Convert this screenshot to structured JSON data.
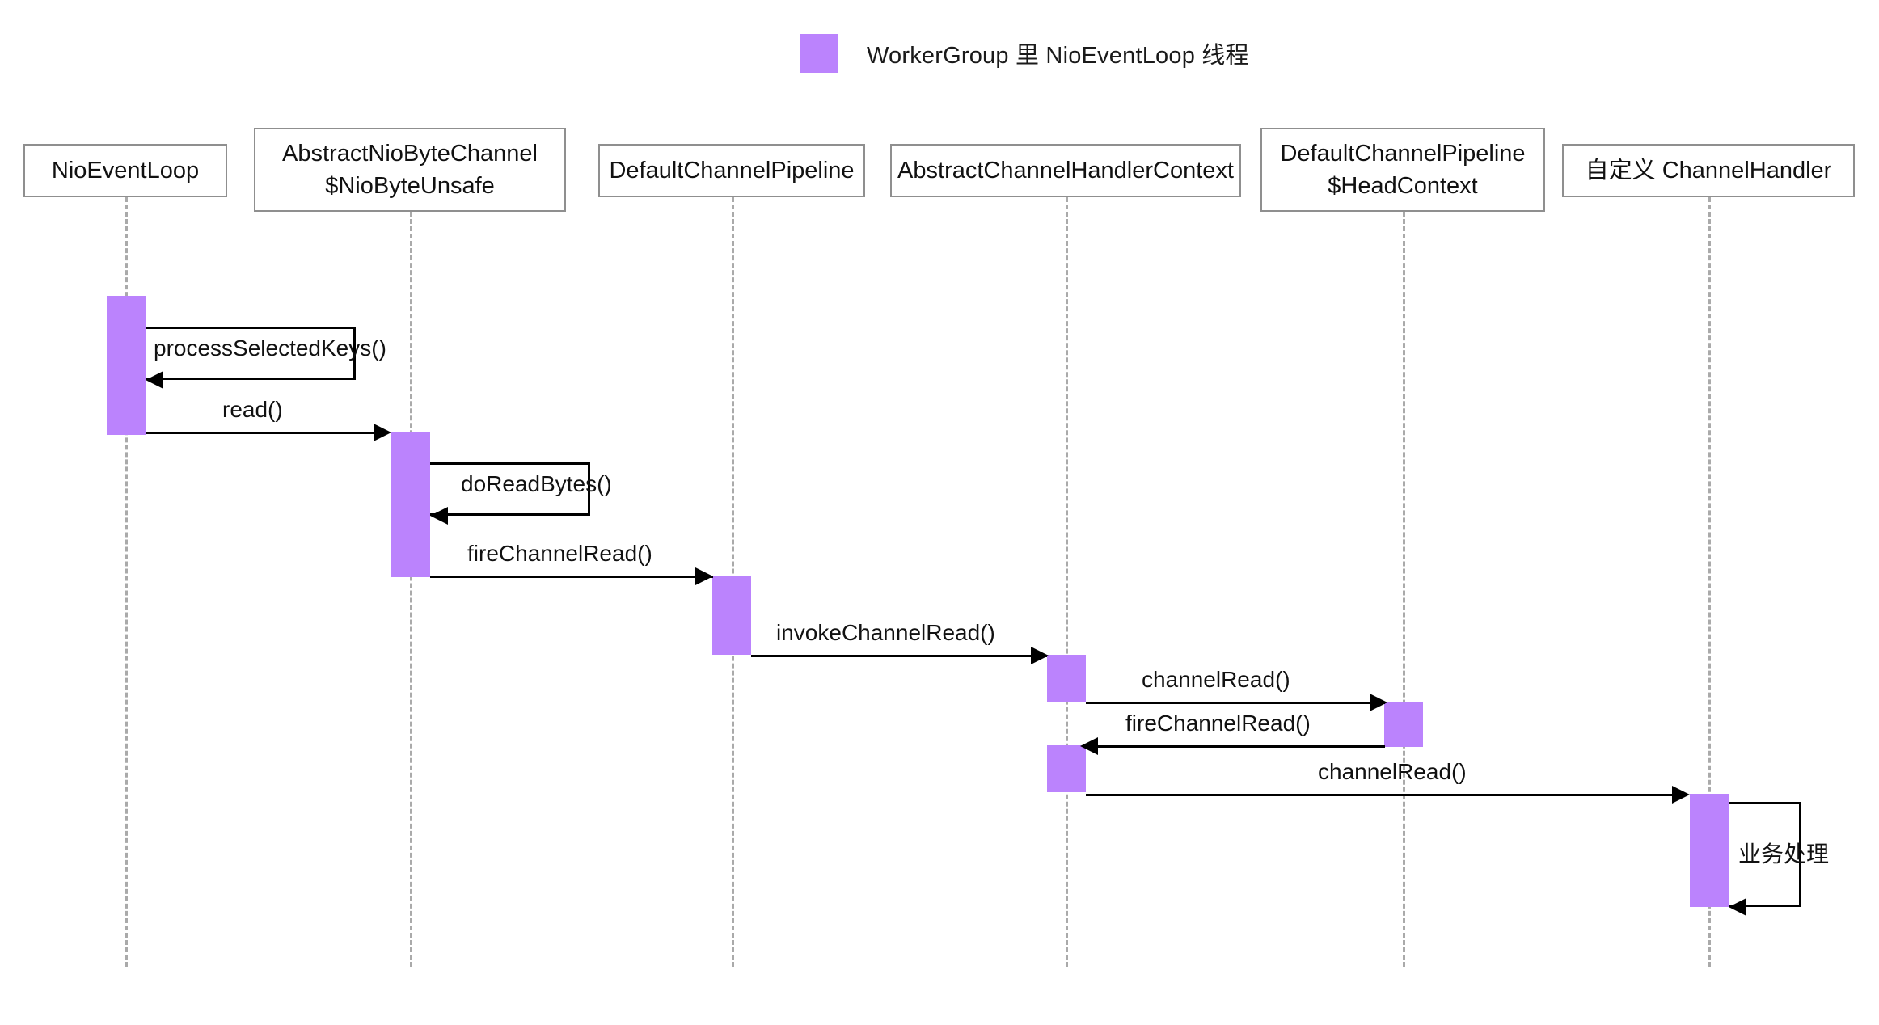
{
  "legend": {
    "swatch_color": "#bb83fd",
    "label": "WorkerGroup 里 NioEventLoop 线程"
  },
  "diagram": {
    "type": "sequence-diagram",
    "line_color": "#000000",
    "lifeline_color": "#aaaaaa",
    "participant_border_color": "#8f8f8f",
    "activation_color": "#bb83fd"
  },
  "participants": [
    {
      "id": "nioeventloop",
      "line1": "NioEventLoop",
      "line2": ""
    },
    {
      "id": "niobyteunsafe",
      "line1": "AbstractNioByteChannel",
      "line2": "$NioByteUnsafe"
    },
    {
      "id": "pipeline",
      "line1": "DefaultChannelPipeline",
      "line2": ""
    },
    {
      "id": "handlercontext",
      "line1": "AbstractChannelHandlerContext",
      "line2": ""
    },
    {
      "id": "headcontext",
      "line1": "DefaultChannelPipeline",
      "line2": "$HeadContext"
    },
    {
      "id": "customhandler",
      "line1": "自定义 ChannelHandler",
      "line2": ""
    }
  ],
  "messages": [
    {
      "id": "m1",
      "label": "processSelectedKeys()",
      "from": "nioeventloop",
      "to": "nioeventloop",
      "kind": "self"
    },
    {
      "id": "m2",
      "label": "read()",
      "from": "nioeventloop",
      "to": "niobyteunsafe",
      "kind": "call"
    },
    {
      "id": "m3",
      "label": "doReadBytes()",
      "from": "niobyteunsafe",
      "to": "niobyteunsafe",
      "kind": "self"
    },
    {
      "id": "m4",
      "label": "fireChannelRead()",
      "from": "niobyteunsafe",
      "to": "pipeline",
      "kind": "call"
    },
    {
      "id": "m5",
      "label": "invokeChannelRead()",
      "from": "pipeline",
      "to": "handlercontext",
      "kind": "call"
    },
    {
      "id": "m6",
      "label": "channelRead()",
      "from": "handlercontext",
      "to": "headcontext",
      "kind": "call"
    },
    {
      "id": "m7",
      "label": "fireChannelRead()",
      "from": "headcontext",
      "to": "handlercontext",
      "kind": "return"
    },
    {
      "id": "m8",
      "label": "channelRead()",
      "from": "handlercontext",
      "to": "customhandler",
      "kind": "call"
    },
    {
      "id": "m9",
      "label": "业务处理",
      "from": "customhandler",
      "to": "customhandler",
      "kind": "self"
    }
  ]
}
